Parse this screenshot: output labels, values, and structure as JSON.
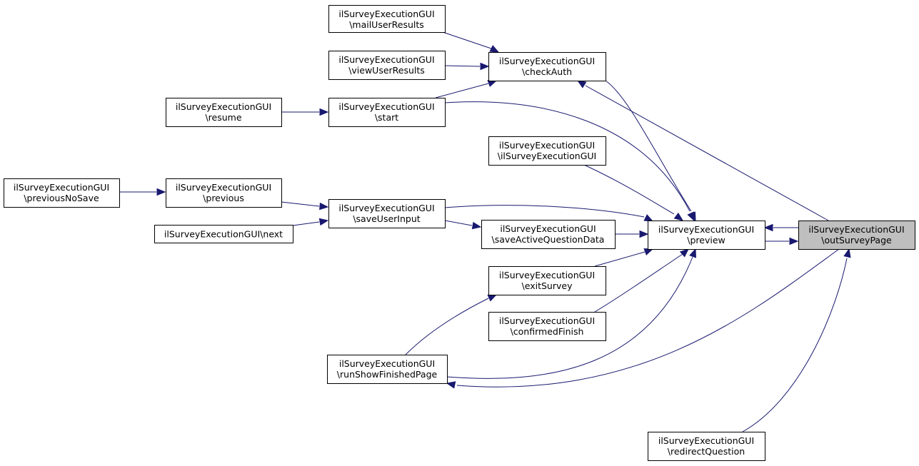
{
  "graph": {
    "title": "ilSurveyExecutionGUI\\outSurveyPage call graph",
    "edge_color": "#191970",
    "focus_node_fill": "#bfbfbf",
    "nodes": [
      {
        "id": "outSurveyPage",
        "line1": "ilSurveyExecutionGUI",
        "line2": "\\outSurveyPage",
        "focus": true
      },
      {
        "id": "preview",
        "line1": "ilSurveyExecutionGUI",
        "line2": "\\preview"
      },
      {
        "id": "checkAuth",
        "line1": "ilSurveyExecutionGUI",
        "line2": "\\checkAuth"
      },
      {
        "id": "mailUserResults",
        "line1": "ilSurveyExecutionGUI",
        "line2": "\\mailUserResults"
      },
      {
        "id": "viewUserResults",
        "line1": "ilSurveyExecutionGUI",
        "line2": "\\viewUserResults"
      },
      {
        "id": "start",
        "line1": "ilSurveyExecutionGUI",
        "line2": "\\start"
      },
      {
        "id": "resume",
        "line1": "ilSurveyExecutionGUI",
        "line2": "\\resume"
      },
      {
        "id": "ctor",
        "line1": "ilSurveyExecutionGUI",
        "line2": "\\ilSurveyExecutionGUI"
      },
      {
        "id": "previousNoSave",
        "line1": "ilSurveyExecutionGUI",
        "line2": "\\previousNoSave"
      },
      {
        "id": "previous",
        "line1": "ilSurveyExecutionGUI",
        "line2": "\\previous"
      },
      {
        "id": "next",
        "line1": "ilSurveyExecutionGUI\\next",
        "line2": ""
      },
      {
        "id": "saveUserInput",
        "line1": "ilSurveyExecutionGUI",
        "line2": "\\saveUserInput"
      },
      {
        "id": "saveActiveQuestionData",
        "line1": "ilSurveyExecutionGUI",
        "line2": "\\saveActiveQuestionData"
      },
      {
        "id": "exitSurvey",
        "line1": "ilSurveyExecutionGUI",
        "line2": "\\exitSurvey"
      },
      {
        "id": "confirmedFinish",
        "line1": "ilSurveyExecutionGUI",
        "line2": "\\confirmedFinish"
      },
      {
        "id": "runShowFinishedPage",
        "line1": "ilSurveyExecutionGUI",
        "line2": "\\runShowFinishedPage"
      },
      {
        "id": "redirectQuestion",
        "line1": "ilSurveyExecutionGUI",
        "line2": "\\redirectQuestion"
      }
    ],
    "edges": [
      {
        "from": "mailUserResults",
        "to": "checkAuth"
      },
      {
        "from": "viewUserResults",
        "to": "checkAuth"
      },
      {
        "from": "start",
        "to": "checkAuth"
      },
      {
        "from": "resume",
        "to": "start"
      },
      {
        "from": "previousNoSave",
        "to": "previous"
      },
      {
        "from": "previous",
        "to": "saveUserInput"
      },
      {
        "from": "next",
        "to": "saveUserInput"
      },
      {
        "from": "saveUserInput",
        "to": "saveActiveQuestionData"
      },
      {
        "from": "saveUserInput",
        "to": "preview"
      },
      {
        "from": "saveActiveQuestionData",
        "to": "preview"
      },
      {
        "from": "start",
        "to": "preview"
      },
      {
        "from": "checkAuth",
        "to": "preview"
      },
      {
        "from": "ctor",
        "to": "preview"
      },
      {
        "from": "exitSurvey",
        "to": "preview"
      },
      {
        "from": "confirmedFinish",
        "to": "preview"
      },
      {
        "from": "runShowFinishedPage",
        "to": "preview"
      },
      {
        "from": "runShowFinishedPage",
        "to": "exitSurvey"
      },
      {
        "from": "preview",
        "to": "outSurveyPage"
      },
      {
        "from": "outSurveyPage",
        "to": "preview"
      },
      {
        "from": "outSurveyPage",
        "to": "checkAuth"
      },
      {
        "from": "outSurveyPage",
        "to": "runShowFinishedPage"
      },
      {
        "from": "redirectQuestion",
        "to": "outSurveyPage"
      }
    ]
  }
}
